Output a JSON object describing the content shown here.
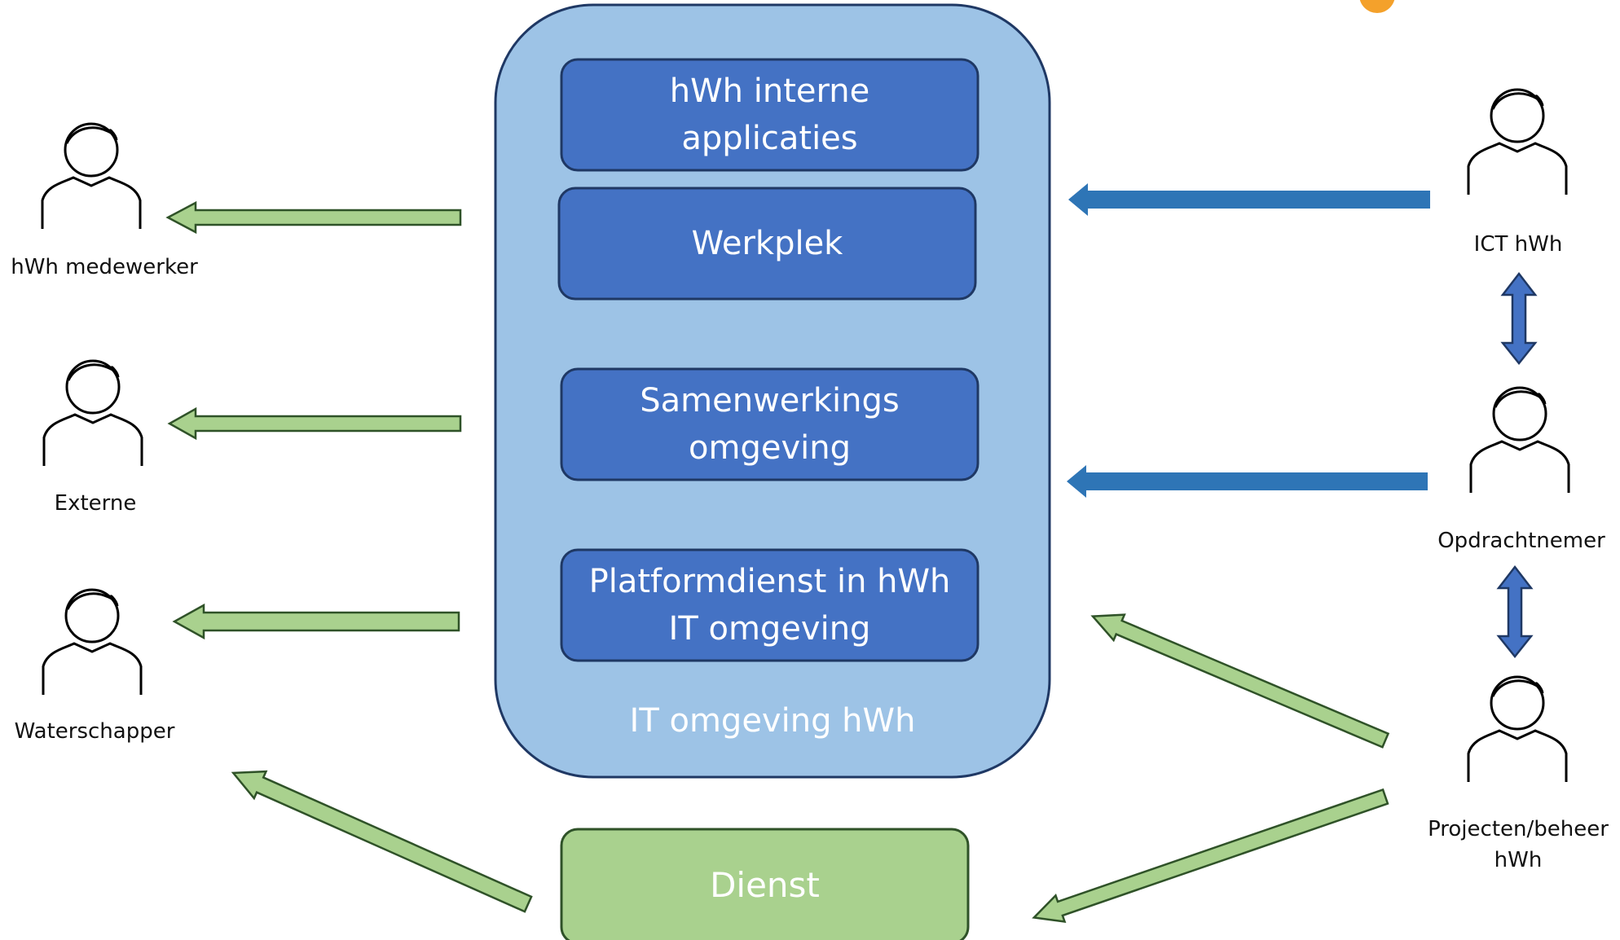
{
  "container": {
    "label": "IT omgeving hWh"
  },
  "boxes": [
    {
      "label": "hWh interne\napplicaties"
    },
    {
      "label": "Werkplek"
    },
    {
      "label": "Samenwerkings\nomgeving"
    },
    {
      "label": "Platformdienst in hWh\nIT omgeving"
    }
  ],
  "dienst": {
    "label": "Dienst"
  },
  "left_actors": [
    {
      "label": "hWh medewerker"
    },
    {
      "label": "Externe"
    },
    {
      "label": "Waterschapper"
    }
  ],
  "right_actors": [
    {
      "label": "ICT hWh"
    },
    {
      "label": "Opdrachtnemer"
    },
    {
      "label": "Projecten/beheer\nhWh"
    }
  ],
  "colors": {
    "container_fill": "#9dc3e6",
    "box_fill": "#4472c4",
    "dienst_fill": "#a9d18e",
    "green_arrow": "#a9d18e",
    "blue_arrow": "#2e75b6",
    "orange_accent": "#f4a12b"
  },
  "icons": {
    "actor": "person-outline-icon",
    "corner": "orange-circle-icon"
  }
}
